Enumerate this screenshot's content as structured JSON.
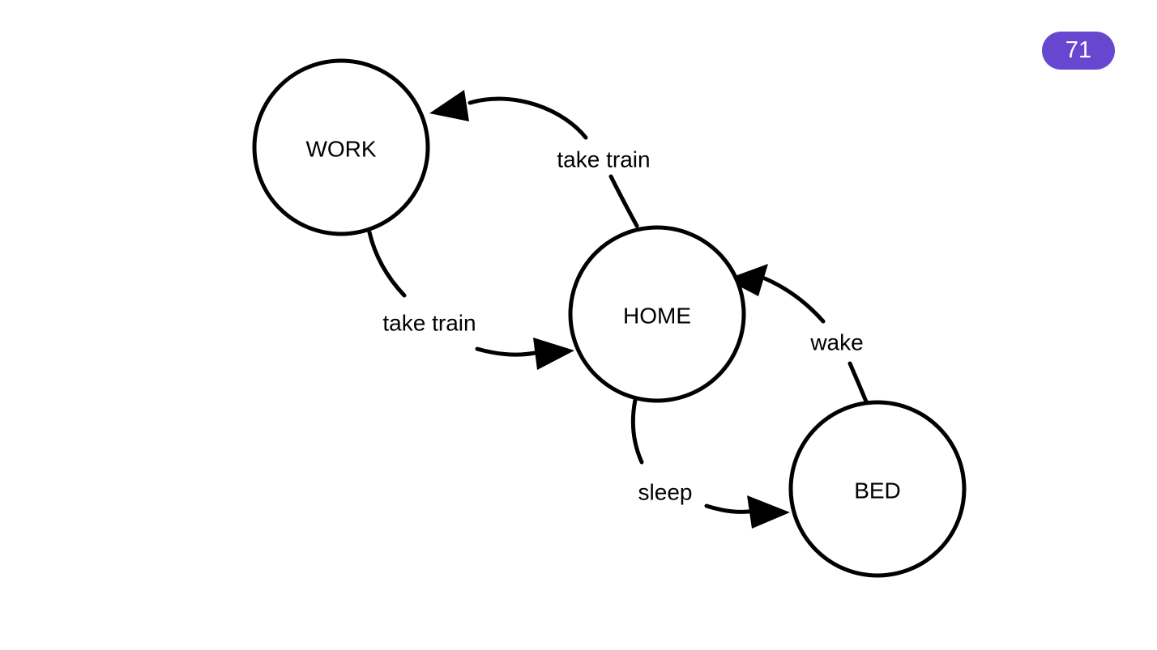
{
  "badge": {
    "value": "71",
    "background_color": "#6847d0",
    "text_color": "#ffffff"
  },
  "diagram": {
    "type": "state-transition-diagram",
    "stroke_color": "#000000",
    "background_color": "#ffffff",
    "nodes": [
      {
        "id": "work",
        "label": "WORK"
      },
      {
        "id": "home",
        "label": "HOME"
      },
      {
        "id": "bed",
        "label": "BED"
      }
    ],
    "edges": [
      {
        "from": "HOME",
        "to": "WORK",
        "label": "take train"
      },
      {
        "from": "WORK",
        "to": "HOME",
        "label": "take train"
      },
      {
        "from": "HOME",
        "to": "BED",
        "label": "sleep"
      },
      {
        "from": "BED",
        "to": "HOME",
        "label": "wake"
      }
    ]
  }
}
